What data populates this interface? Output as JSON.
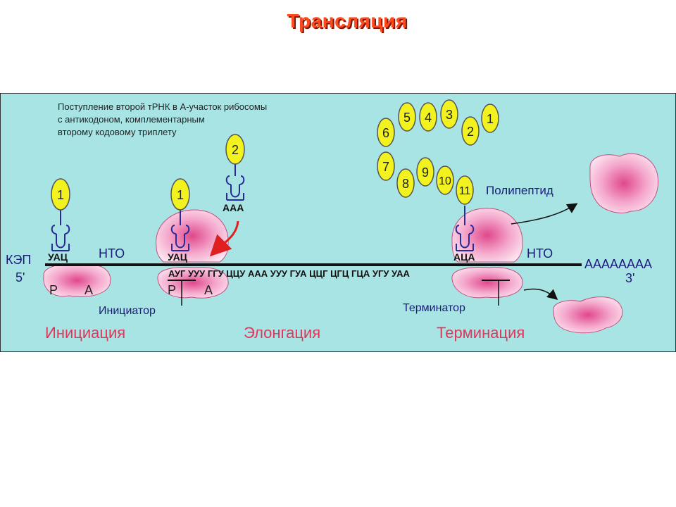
{
  "title": "Трансляция",
  "description": [
    "Поступление второй тРНК в А-участок рибосомы",
    "с антикодоном, комплементарным",
    "второму кодовому триплету"
  ],
  "mrna": {
    "cap": "КЭП",
    "five_prime": "5'",
    "three_prime": "3'",
    "poly_a": "AAAAAAAA",
    "nto_left": "НТО",
    "nto_right": "НТО",
    "codons": "АУГ УУУ ГГУ ЦЦУ ААА УУУ ГУА ЦЦГ ЦГЦ ГЦА УГУ УАА"
  },
  "trna": {
    "first_number": "1",
    "first_anticodon": "УАЦ",
    "second_number": "2",
    "second_anticodon": "ААА",
    "term_number": "11",
    "term_anticodon": "АЦА"
  },
  "ribosome_sites": {
    "p": "P",
    "a": "A"
  },
  "peptide_chain": [
    "1",
    "2",
    "3",
    "4",
    "5",
    "6",
    "7",
    "8",
    "9",
    "10",
    "11"
  ],
  "labels": {
    "initiator": "Инициатор",
    "terminator": "Терминатор",
    "polypeptide": "Полипептид"
  },
  "stages": [
    "Инициация",
    "Элонгация",
    "Терминация"
  ],
  "colors": {
    "title": "#ff4a1c",
    "panel": "#a9e4e4",
    "ribosome": "#f0a0c8",
    "amino_acid": "#f2f21e",
    "trna": "#2a2a9a",
    "stage_text": "#e0365a",
    "label_text": "#1a1a7a",
    "arrow": "#e02020"
  }
}
